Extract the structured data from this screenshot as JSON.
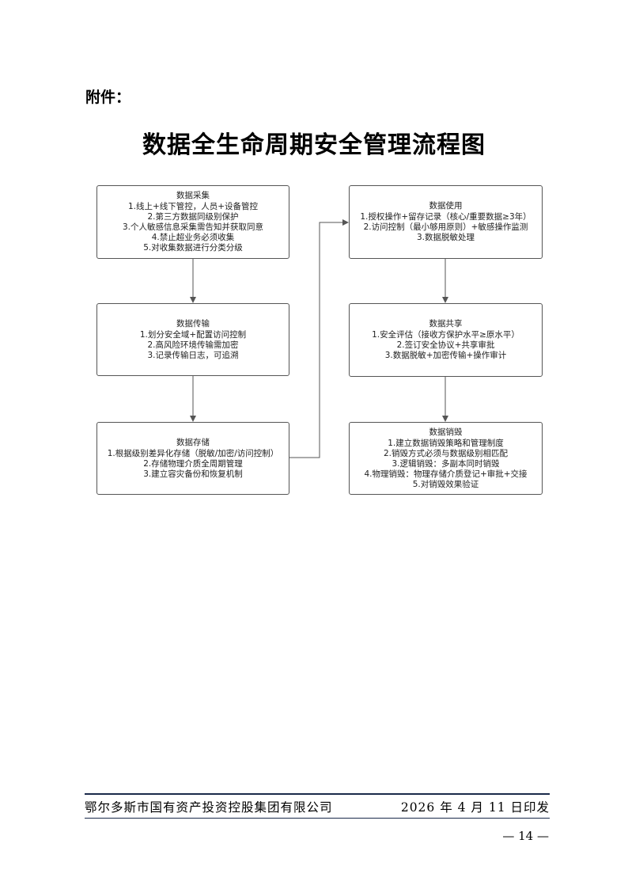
{
  "attachment_label": "附件：",
  "title": "数据全生命周期安全管理流程图",
  "flow": {
    "collect": {
      "title": "数据采集",
      "items": [
        "1.线上+线下管控，人员+设备管控",
        "2.第三方数据同级别保护",
        "3.个人敏感信息采集需告知并获取同意",
        "4.禁止超业务必须收集",
        "5.对收集数据进行分类分级"
      ]
    },
    "transmit": {
      "title": "数据传输",
      "items": [
        "1.划分安全域+配置访问控制",
        "2.高风险环境传输需加密",
        "3.记录传输日志，可追溯"
      ]
    },
    "store": {
      "title": "数据存储",
      "items": [
        "1.根据级别差异化存储（脱敏/加密/访问控制）",
        "2.存储物理介质全周期管理",
        "3.建立容灾备份和恢复机制"
      ]
    },
    "use": {
      "title": "数据使用",
      "items": [
        "1.授权操作+留存记录（核心/重要数据≥3年）",
        "2.访问控制（最小够用原则）+敏感操作监测",
        "3.数据脱敏处理"
      ]
    },
    "share": {
      "title": "数据共享",
      "items": [
        "1.安全评估（接收方保护水平≥原水平）",
        "2.签订安全协议+共享审批",
        "3.数据脱敏+加密传输+操作审计"
      ]
    },
    "destroy": {
      "title": "数据销毁",
      "items": [
        "1.建立数据销毁策略和管理制度",
        "2.销毁方式必须与数据级别相匹配",
        "3.逻辑销毁：多副本同时销毁",
        "4.物理销毁：物理存储介质登记+审批+交接",
        "5.对销毁效果验证"
      ]
    }
  },
  "footer": {
    "organization": "鄂尔多斯市国有资产投资控股集团有限公司",
    "date": "2026 年 4 月 11 日印发"
  },
  "page_number": "— 14 —"
}
